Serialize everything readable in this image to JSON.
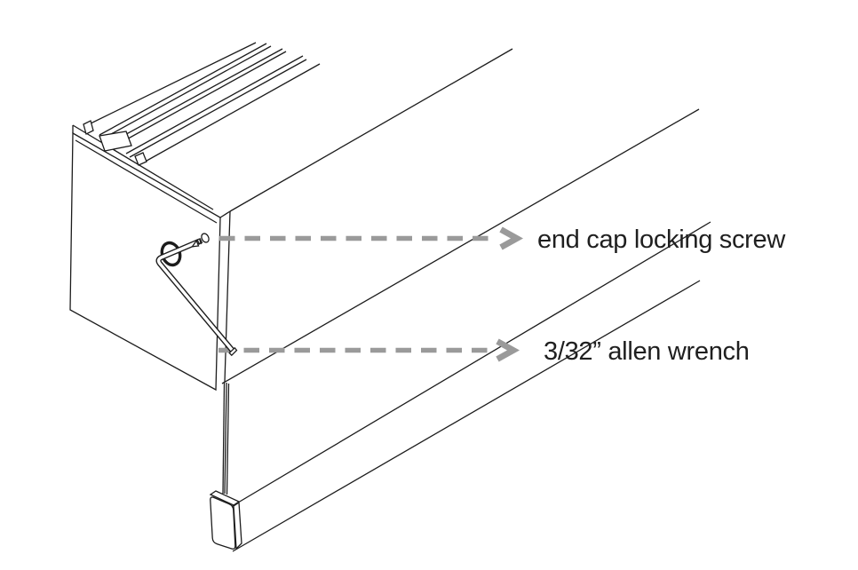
{
  "figure": {
    "type": "technical line illustration",
    "subject": "shade cassette end cap with allen wrench in locking screw, hanging cord weight and hem bar"
  },
  "annotations": [
    {
      "label": "end cap locking screw",
      "points_to": "locking-screw"
    },
    {
      "label": "3/32” allen wrench",
      "points_to": "allen-wrench"
    }
  ],
  "colors": {
    "background": "#ffffff",
    "line": "#1c1c1c",
    "arrow": "#9a9a9a",
    "text": "#1f1f1f"
  }
}
